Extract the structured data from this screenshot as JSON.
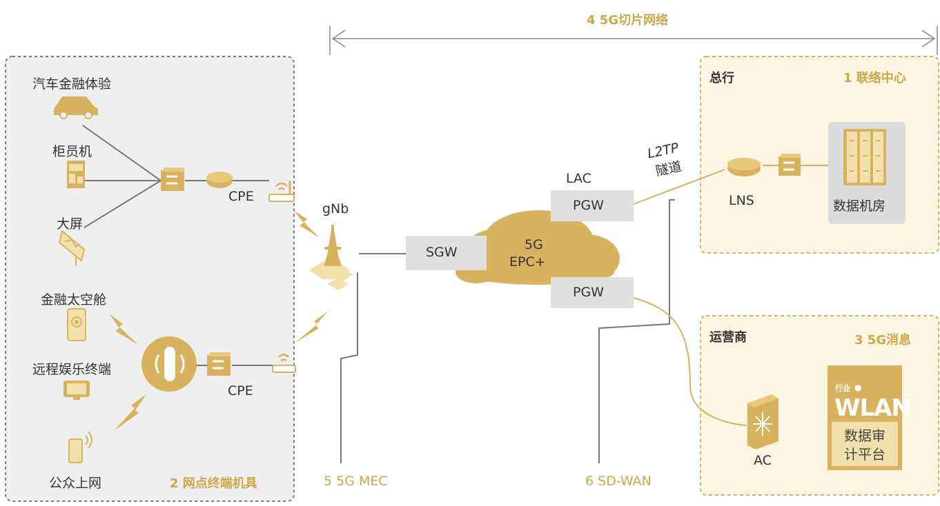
{
  "colors": {
    "gold": "#d9b25f",
    "gold_text": "#d0a64a",
    "grey_box": "#e0e0e0",
    "panel_bg": "#efefef",
    "yellow_panel": "#fbf5e2",
    "line": "#7a7a7a"
  },
  "title_5g_slice": "4 5G切片网络",
  "left_panel": {
    "label": "2 网点终端机具",
    "devices": {
      "car": "汽车金融体验",
      "teller": "柜员机",
      "screen": "大屏",
      "capsule": "金融太空舱",
      "entertainment": "远程娱乐终端",
      "phone": "公众上网"
    },
    "cpe_top": "CPE",
    "cpe_bottom": "CPE"
  },
  "gnb_label": "gNb",
  "sgw_label": "SGW",
  "epc_line1": "5G",
  "epc_line2": "EPC+",
  "lac_label": "LAC",
  "pgw_top": "PGW",
  "pgw_bottom": "PGW",
  "tunnel_line1": "L2TP",
  "tunnel_line2": "隧道",
  "mec_label": "5 5G MEC",
  "sdwan_label": "6 SD-WAN",
  "hq_panel": {
    "title": "总行",
    "label": "1 联络中心",
    "lns": "LNS",
    "datacenter": "数据机房"
  },
  "carrier_panel": {
    "title": "运营商",
    "label": "3 5G消息",
    "ac": "AC",
    "wlan_tag": "行业",
    "wlan_title": "WLAN",
    "wlan_line1": "数据审",
    "wlan_line2": "计平台"
  }
}
